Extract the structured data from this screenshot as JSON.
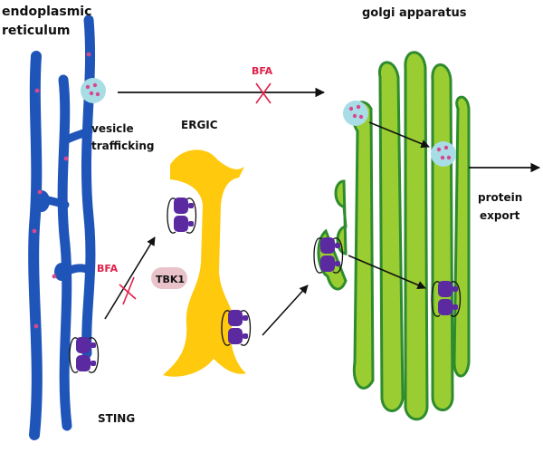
{
  "labels": {
    "er_line1": "endoplasmic",
    "er_line2": "reticulum",
    "golgi": "golgi apparatus",
    "vesicle_line1": "vesicle",
    "vesicle_line2": "trafficking",
    "ergic": "ERGIC",
    "bfa_top": "BFA",
    "bfa_left": "BFA",
    "tbk1": "TBK1",
    "sting": "STING",
    "protein_line1": "protein",
    "protein_line2": "export"
  },
  "colors": {
    "er": "#1f55b8",
    "er_dot": "#d9478f",
    "golgi_fill": "#9acd32",
    "golgi_stroke": "#2e8b2e",
    "ergic": "#ffc90e",
    "sting": "#5b2aa0",
    "vesicle": "#a8dde6",
    "vesicle_dot": "#d9478f",
    "tbk1": "#e9c3c9",
    "block": "#e0204a",
    "arrow": "#111111"
  }
}
